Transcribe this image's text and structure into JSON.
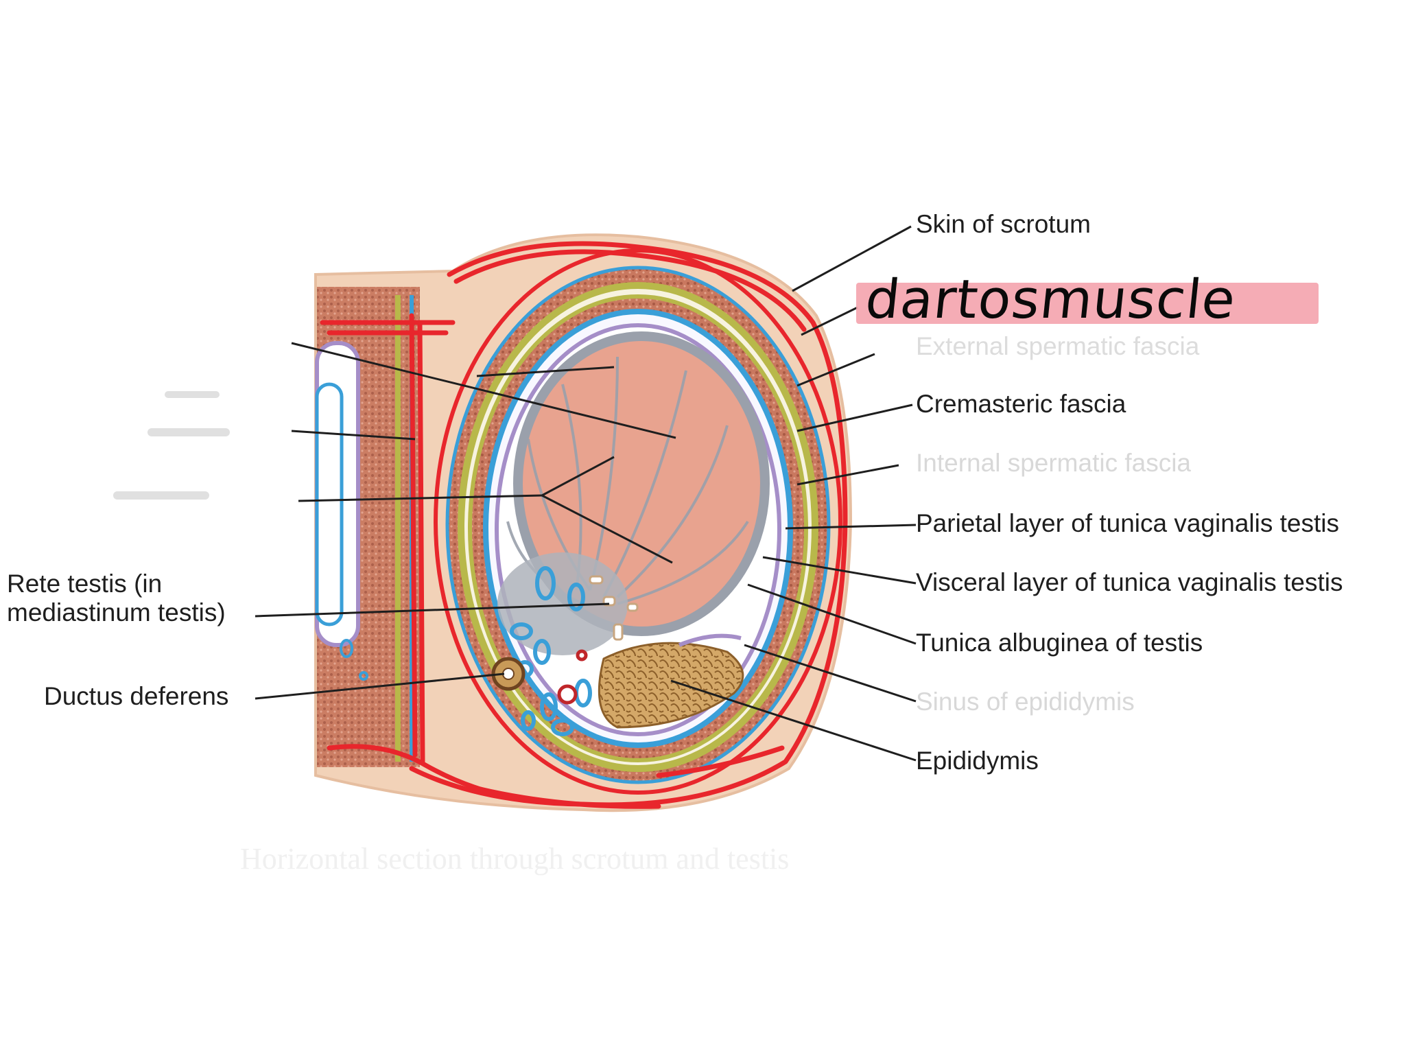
{
  "labels": {
    "skin_of_scrotum": "Skin of scrotum",
    "cremasteric_fascia": "Cremasteric fascia",
    "parietal_layer": "Parietal layer of tunica vaginalis testis",
    "visceral_layer": "Visceral layer of tunica vaginalis testis",
    "tunica_albuginea": "Tunica albuginea of testis",
    "epididymis": "Epididymis",
    "rete_testis": "Rete testis (in\nmediastinum testis)",
    "ductus_deferens": "Ductus deferens"
  },
  "faded_labels": {
    "external_spermatic_fascia": "External spermatic fascia",
    "internal_spermatic_fascia": "Internal spermatic fascia",
    "sinus_of_epididymis": "Sinus of epididymis",
    "caption": "Horizontal section through scrotum and testis"
  },
  "annotation": {
    "handwritten_text": "dartosmuscle",
    "highlight_color": "#f4a3ad",
    "ink_color": "#0a0a0a"
  },
  "colors": {
    "skin": "#f2d2b8",
    "dartos_red": "#e8262c",
    "fascia_orange": "#c9785f",
    "fascia_green": "#b8b84a",
    "tunica_blue": "#3a9fd8",
    "tunica_purple": "#a58ec8",
    "testis_fill": "#e8a38f",
    "albuginea_gray": "#9aa0ab",
    "epididymis_fill": "#c89a58"
  }
}
